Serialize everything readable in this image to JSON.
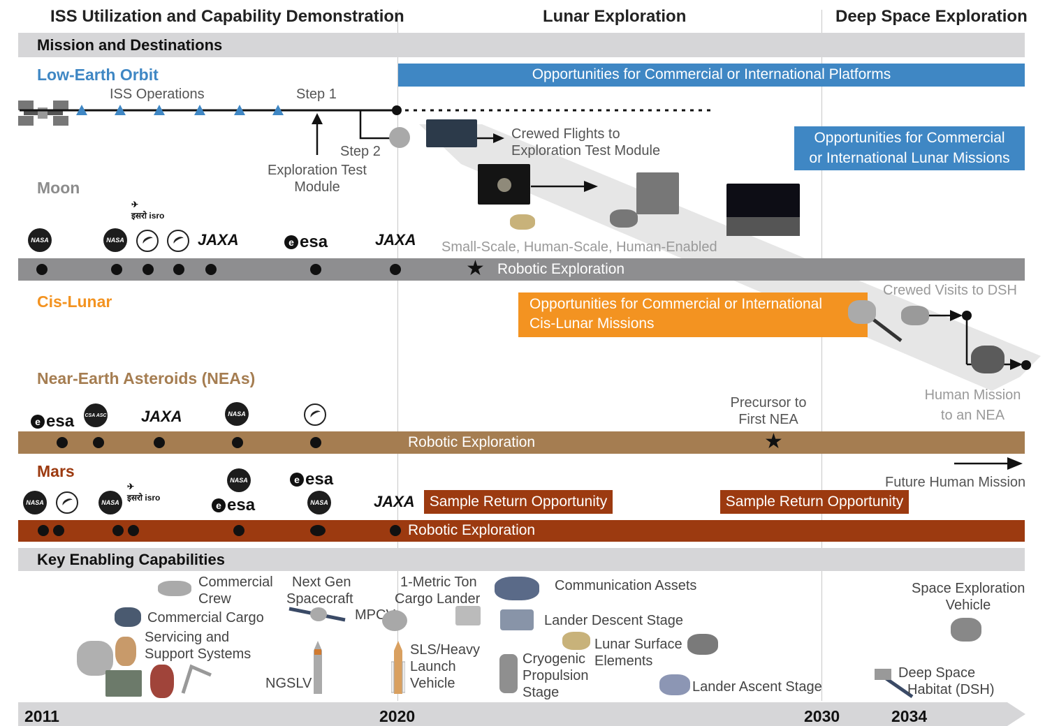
{
  "phases": {
    "p1": "ISS Utilization and Capability Demonstration",
    "p2": "Lunar Exploration",
    "p3": "Deep Space Exploration"
  },
  "sections": {
    "missions": "Mission and Destinations",
    "capabilities": "Key Enabling Capabilities"
  },
  "destinations": {
    "leo": "Low-Earth Orbit",
    "moon": "Moon",
    "cislunar": "Cis-Lunar",
    "nea": "Near-Earth Asteroids (NEAs)",
    "mars": "Mars"
  },
  "leo": {
    "banner": "Opportunities for Commercial or International Platforms",
    "iss_ops": "ISS Operations",
    "step1": "Step 1",
    "step2": "Step 2",
    "etm": [
      "Exploration Test",
      "Module"
    ],
    "crewed": [
      "Crewed Flights to",
      "Exploration Test Module"
    ]
  },
  "moon": {
    "banner": [
      "Opportunities for Commercial",
      "or International Lunar Missions"
    ],
    "scales": "Small-Scale, Human-Scale, Human-Enabled",
    "robotic": "Robotic Exploration"
  },
  "cislunar": {
    "banner": [
      "Opportunities for Commercial or International",
      "Cis-Lunar Missions"
    ],
    "dsh": "Crewed Visits to DSH",
    "nea_mission": [
      "Human Mission",
      "to an NEA"
    ]
  },
  "nea": {
    "precursor": [
      "Precursor to",
      "First NEA"
    ],
    "robotic": "Robotic Exploration"
  },
  "mars": {
    "sample1": "Sample Return Opportunity",
    "sample2": "Sample Return Opportunity",
    "future": "Future Human Mission",
    "robotic": "Robotic Exploration"
  },
  "agencies": {
    "nasa": "NASA",
    "esa": "esa",
    "jaxa": "JAXA",
    "isro": "इसरो isro",
    "csa": "CSA ASC"
  },
  "capabilities": {
    "commercial_crew": [
      "Commercial",
      "Crew"
    ],
    "commercial_cargo": "Commercial Cargo",
    "servicing": [
      "Servicing and",
      "Support Systems"
    ],
    "next_gen": [
      "Next Gen",
      "Spacecraft"
    ],
    "ngslv": "NGSLV",
    "mpcv": "MPCV",
    "cargo_lander": [
      "1-Metric Ton",
      "Cargo Lander"
    ],
    "sls": [
      "SLS/Heavy",
      "Launch",
      "Vehicle"
    ],
    "comm": "Communication Assets",
    "descent": "Lander Descent Stage",
    "cryo": [
      "Cryogenic",
      "Propulsion",
      "Stage"
    ],
    "surface": [
      "Lunar Surface",
      "Elements"
    ],
    "ascent": "Lander Ascent Stage",
    "sev": [
      "Space Exploration",
      "Vehicle"
    ],
    "dsh": [
      "Deep Space",
      "Habitat (DSH)"
    ]
  },
  "timeline": {
    "y2011": "2011",
    "y2020": "2020",
    "y2030": "2030",
    "y2034": "2034"
  },
  "colors": {
    "leo": "#3f87c4",
    "moon": "#8c8c8c",
    "cislunar": "#f39321",
    "nea": "#a57d51",
    "mars": "#9c3a10",
    "gray_band": "#8e8e90"
  }
}
